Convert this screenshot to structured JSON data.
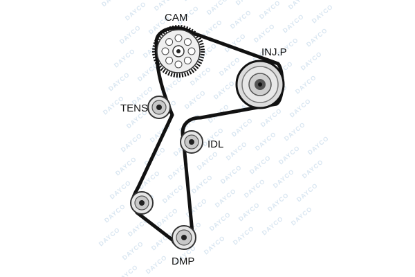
{
  "watermark": {
    "text": "DAYCO"
  },
  "colors": {
    "belt": "#111111",
    "pulley_light": "#e6e6e6",
    "pulley_mid": "#bdbdbd",
    "hub": "#222222",
    "watermark": "#d9e6f1"
  },
  "diagram": {
    "components": [
      {
        "id": "cam",
        "label": "CAM",
        "kind": "toothed-sprocket"
      },
      {
        "id": "injp",
        "label": "INJ.P",
        "kind": "large-pulley"
      },
      {
        "id": "tens",
        "label": "TENS",
        "kind": "tensioner-pulley"
      },
      {
        "id": "idl",
        "label": "IDL",
        "kind": "idler-pulley"
      },
      {
        "id": "crank",
        "label": "",
        "kind": "idler-pulley"
      },
      {
        "id": "dmp",
        "label": "DMP",
        "kind": "damper-pulley"
      }
    ]
  }
}
